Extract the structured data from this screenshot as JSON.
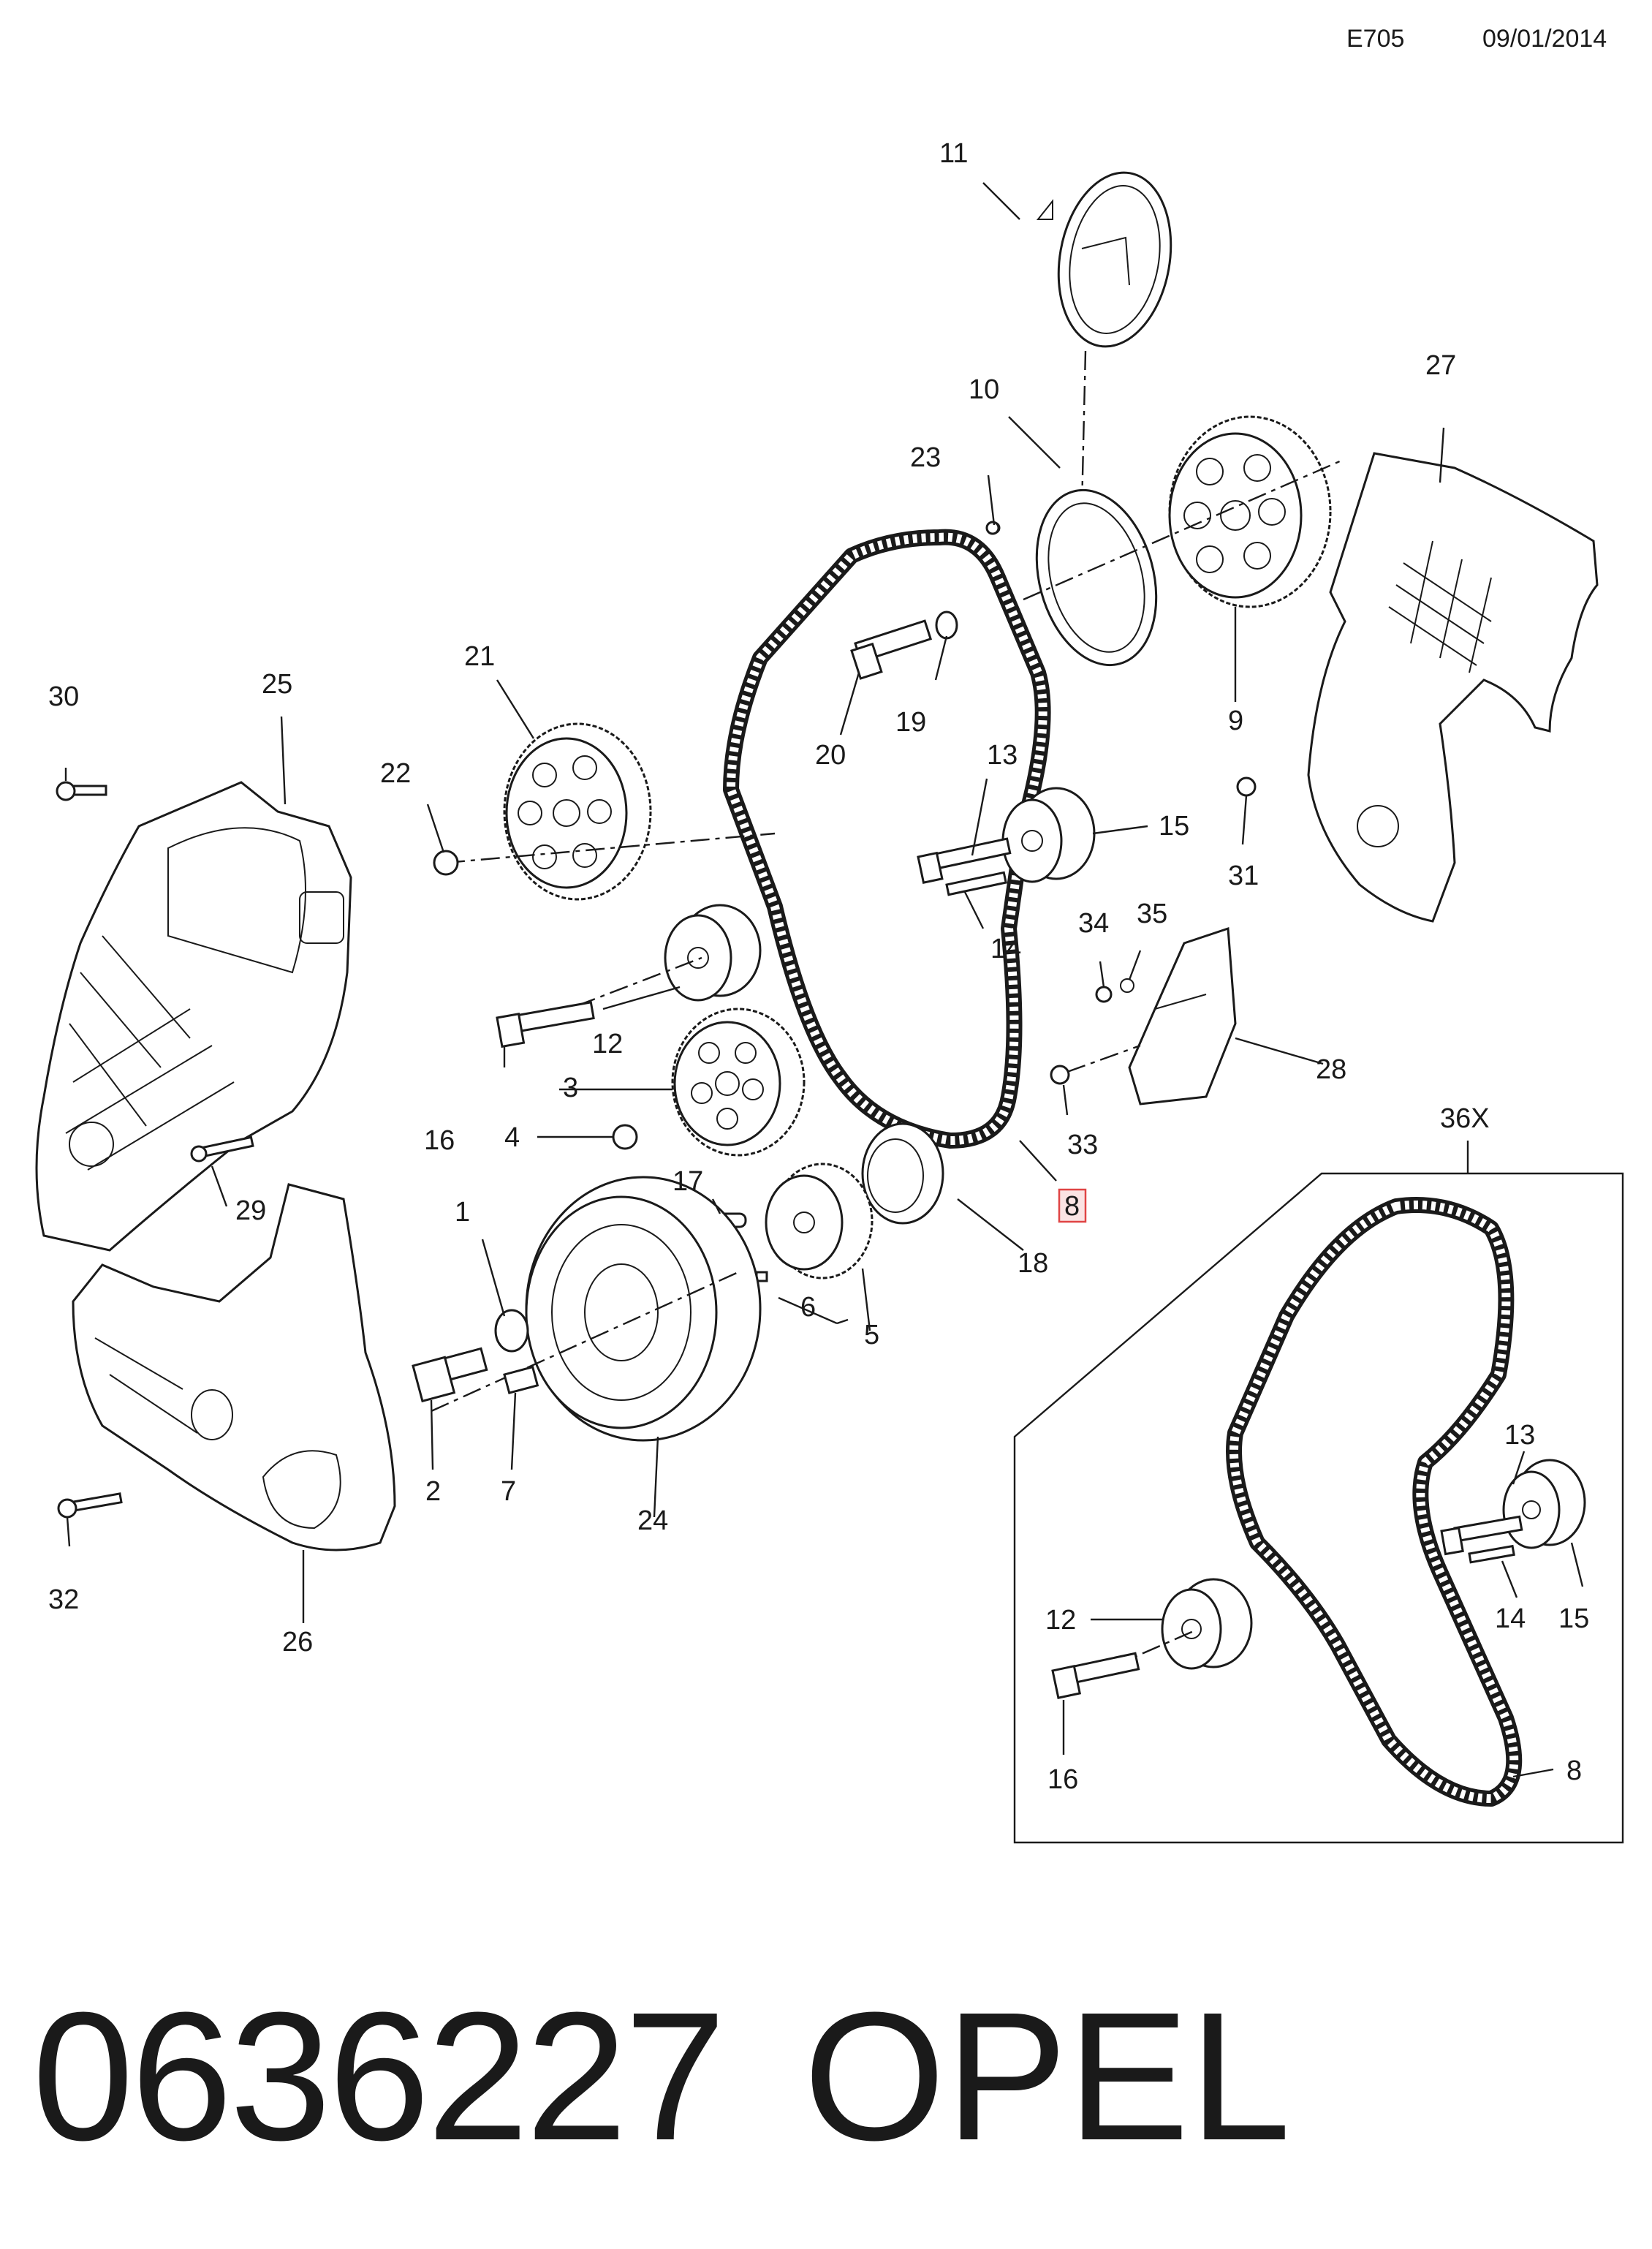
{
  "header": {
    "code": "E705",
    "date": "09/01/2014"
  },
  "callouts": {
    "c1": "1",
    "c2": "2",
    "c3": "3",
    "c4": "4",
    "c5": "5",
    "c6": "6",
    "c7": "7",
    "c8": "8",
    "c9": "9",
    "c10": "10",
    "c11": "11",
    "c12": "12",
    "c13": "13",
    "c14": "14",
    "c15": "15",
    "c16": "16",
    "c17": "17",
    "c18": "18",
    "c19": "19",
    "c20": "20",
    "c21": "21",
    "c22": "22",
    "c23": "23",
    "c24": "24",
    "c25": "25",
    "c26": "26",
    "c27": "27",
    "c28": "28",
    "c29": "29",
    "c30": "30",
    "c31": "31",
    "c32": "32",
    "c33": "33",
    "c34": "34",
    "c35": "35",
    "c36": "36X"
  },
  "inset_callouts": {
    "c8": "8",
    "c12": "12",
    "c13": "13",
    "c14": "14",
    "c15": "15",
    "c16": "16"
  },
  "footer": {
    "part_number": "0636227",
    "brand": "OPEL"
  },
  "colors": {
    "highlight_fill": "#fbe3e3",
    "highlight_stroke": "#e04545",
    "ink": "#1a1a1a"
  }
}
